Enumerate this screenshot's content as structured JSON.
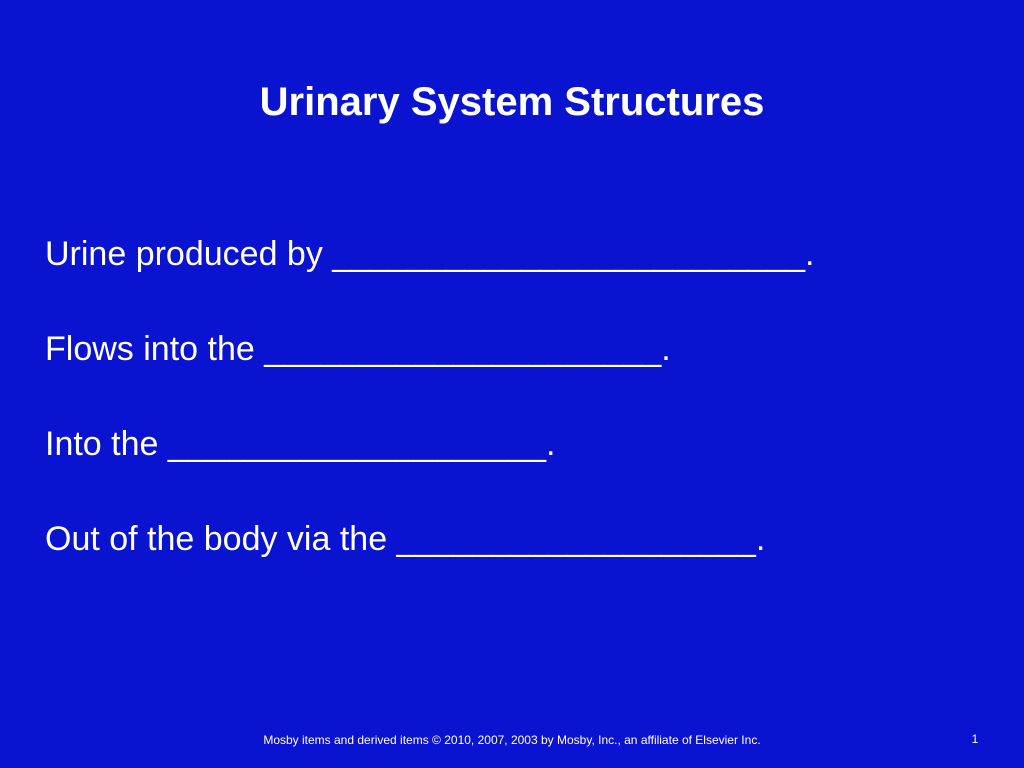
{
  "slide": {
    "title": "Urinary System Structures",
    "lines": [
      "Urine produced by _________________________.",
      "Flows into the _____________________.",
      "Into the ____________________.",
      "Out of the body via the ___________________."
    ],
    "footer": "Mosby items and derived items © 2010, 2007, 2003 by Mosby, Inc., an affiliate of Elsevier Inc.",
    "page_number": "1",
    "colors": {
      "background": "#0a14d0",
      "text": "#ffffff"
    }
  }
}
